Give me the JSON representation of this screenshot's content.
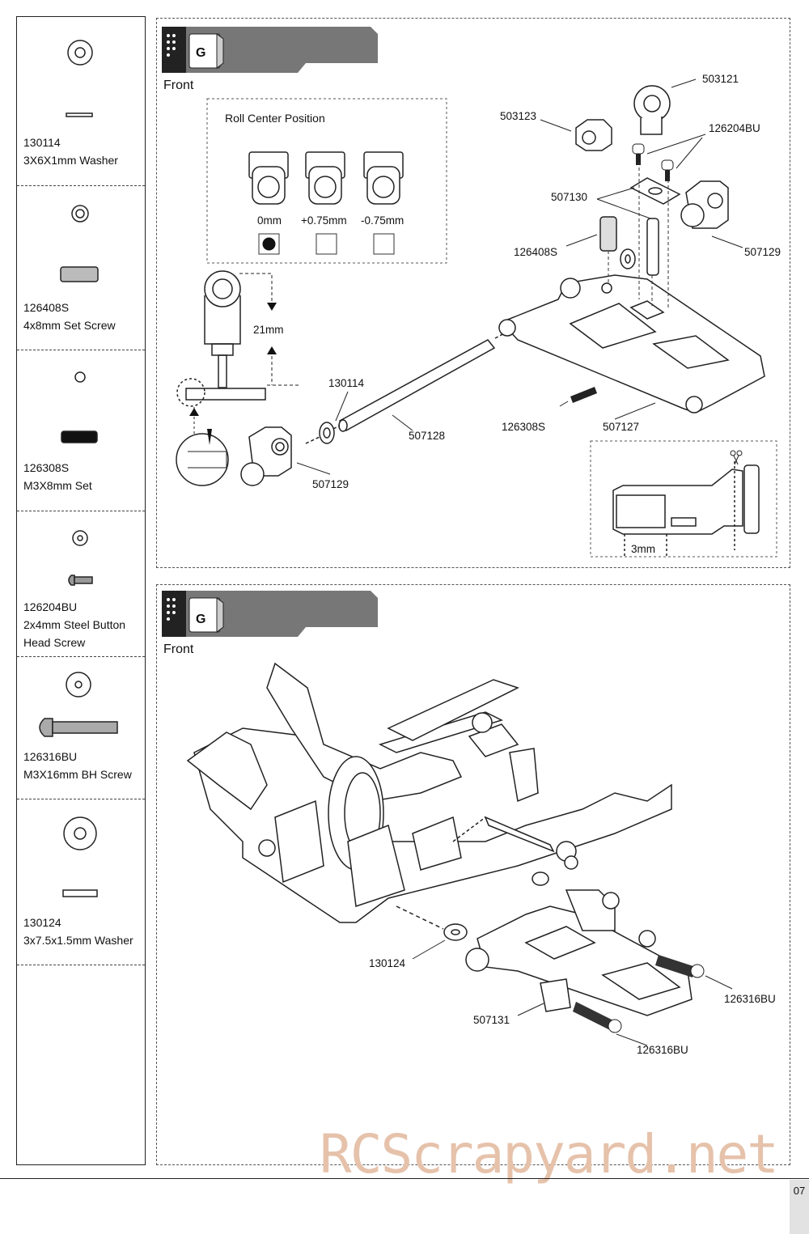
{
  "sidebar": {
    "parts": [
      {
        "code": "130114",
        "name": "3X6X1mm Washer"
      },
      {
        "code": "126408S",
        "name": "4x8mm Set Screw"
      },
      {
        "code": "126308S",
        "name": "M3X8mm Set"
      },
      {
        "code": "126204BU",
        "name": "2x4mm Steel Button\nHead Screw"
      },
      {
        "code": "126316BU",
        "name": "M3X16mm BH Screw"
      },
      {
        "code": "130124",
        "name": "3x7.5x1.5mm Washer"
      }
    ]
  },
  "step1": {
    "bag_letter": "G",
    "front_label": "Front",
    "roll_center": {
      "title": "Roll Center Position",
      "options": [
        {
          "label": "0mm",
          "selected": true
        },
        {
          "label": "+0.75mm",
          "selected": false
        },
        {
          "label": "-0.75mm",
          "selected": false
        }
      ]
    },
    "dimension": "21mm",
    "cut_dimension": "3mm",
    "callouts": {
      "p503121": "503121",
      "p503123": "503123",
      "p126204bu": "126204BU",
      "p507130": "507130",
      "p126408s": "126408S",
      "p507129a": "507129",
      "p130114": "130114",
      "p507128": "507128",
      "p126308s": "126308S",
      "p507127": "507127",
      "p507129b": "507129"
    }
  },
  "step2": {
    "bag_letter": "G",
    "front_label": "Front",
    "callouts": {
      "p130124": "130124",
      "p126316bu_a": "126316BU",
      "p507131": "507131",
      "p126316bu_b": "126316BU"
    }
  },
  "watermark": "RCScrapyard.net",
  "page_number": "07"
}
